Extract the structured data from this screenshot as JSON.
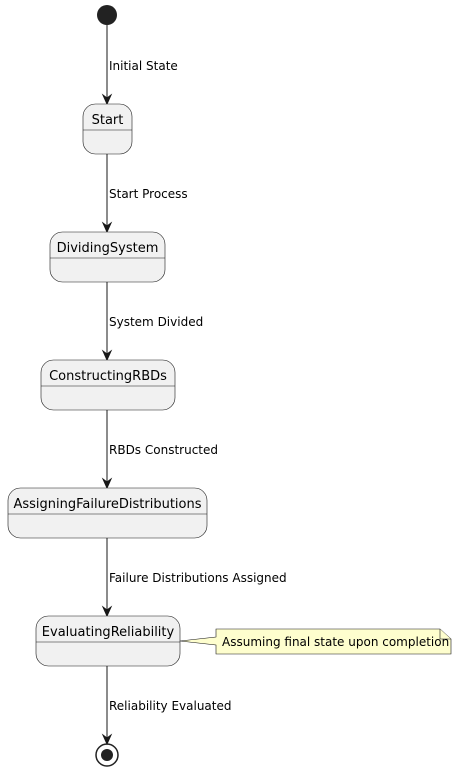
{
  "states": [
    {
      "id": "start",
      "name": "Start"
    },
    {
      "id": "dividing",
      "name": "DividingSystem"
    },
    {
      "id": "constructing",
      "name": "ConstructingRBDs"
    },
    {
      "id": "assigning",
      "name": "AssigningFailureDistributions"
    },
    {
      "id": "evaluating",
      "name": "EvaluatingReliability"
    }
  ],
  "transitions": [
    {
      "label": "Initial State"
    },
    {
      "label": "Start Process"
    },
    {
      "label": "System Divided"
    },
    {
      "label": "RBDs Constructed"
    },
    {
      "label": "Failure Distributions Assigned"
    },
    {
      "label": "Reliability Evaluated"
    }
  ],
  "note": {
    "text": "Assuming final state upon completion"
  },
  "colors": {
    "state_fill": "#f1f1f1",
    "state_stroke": "#181818",
    "note_fill": "#fefece",
    "marker": "#222222"
  }
}
